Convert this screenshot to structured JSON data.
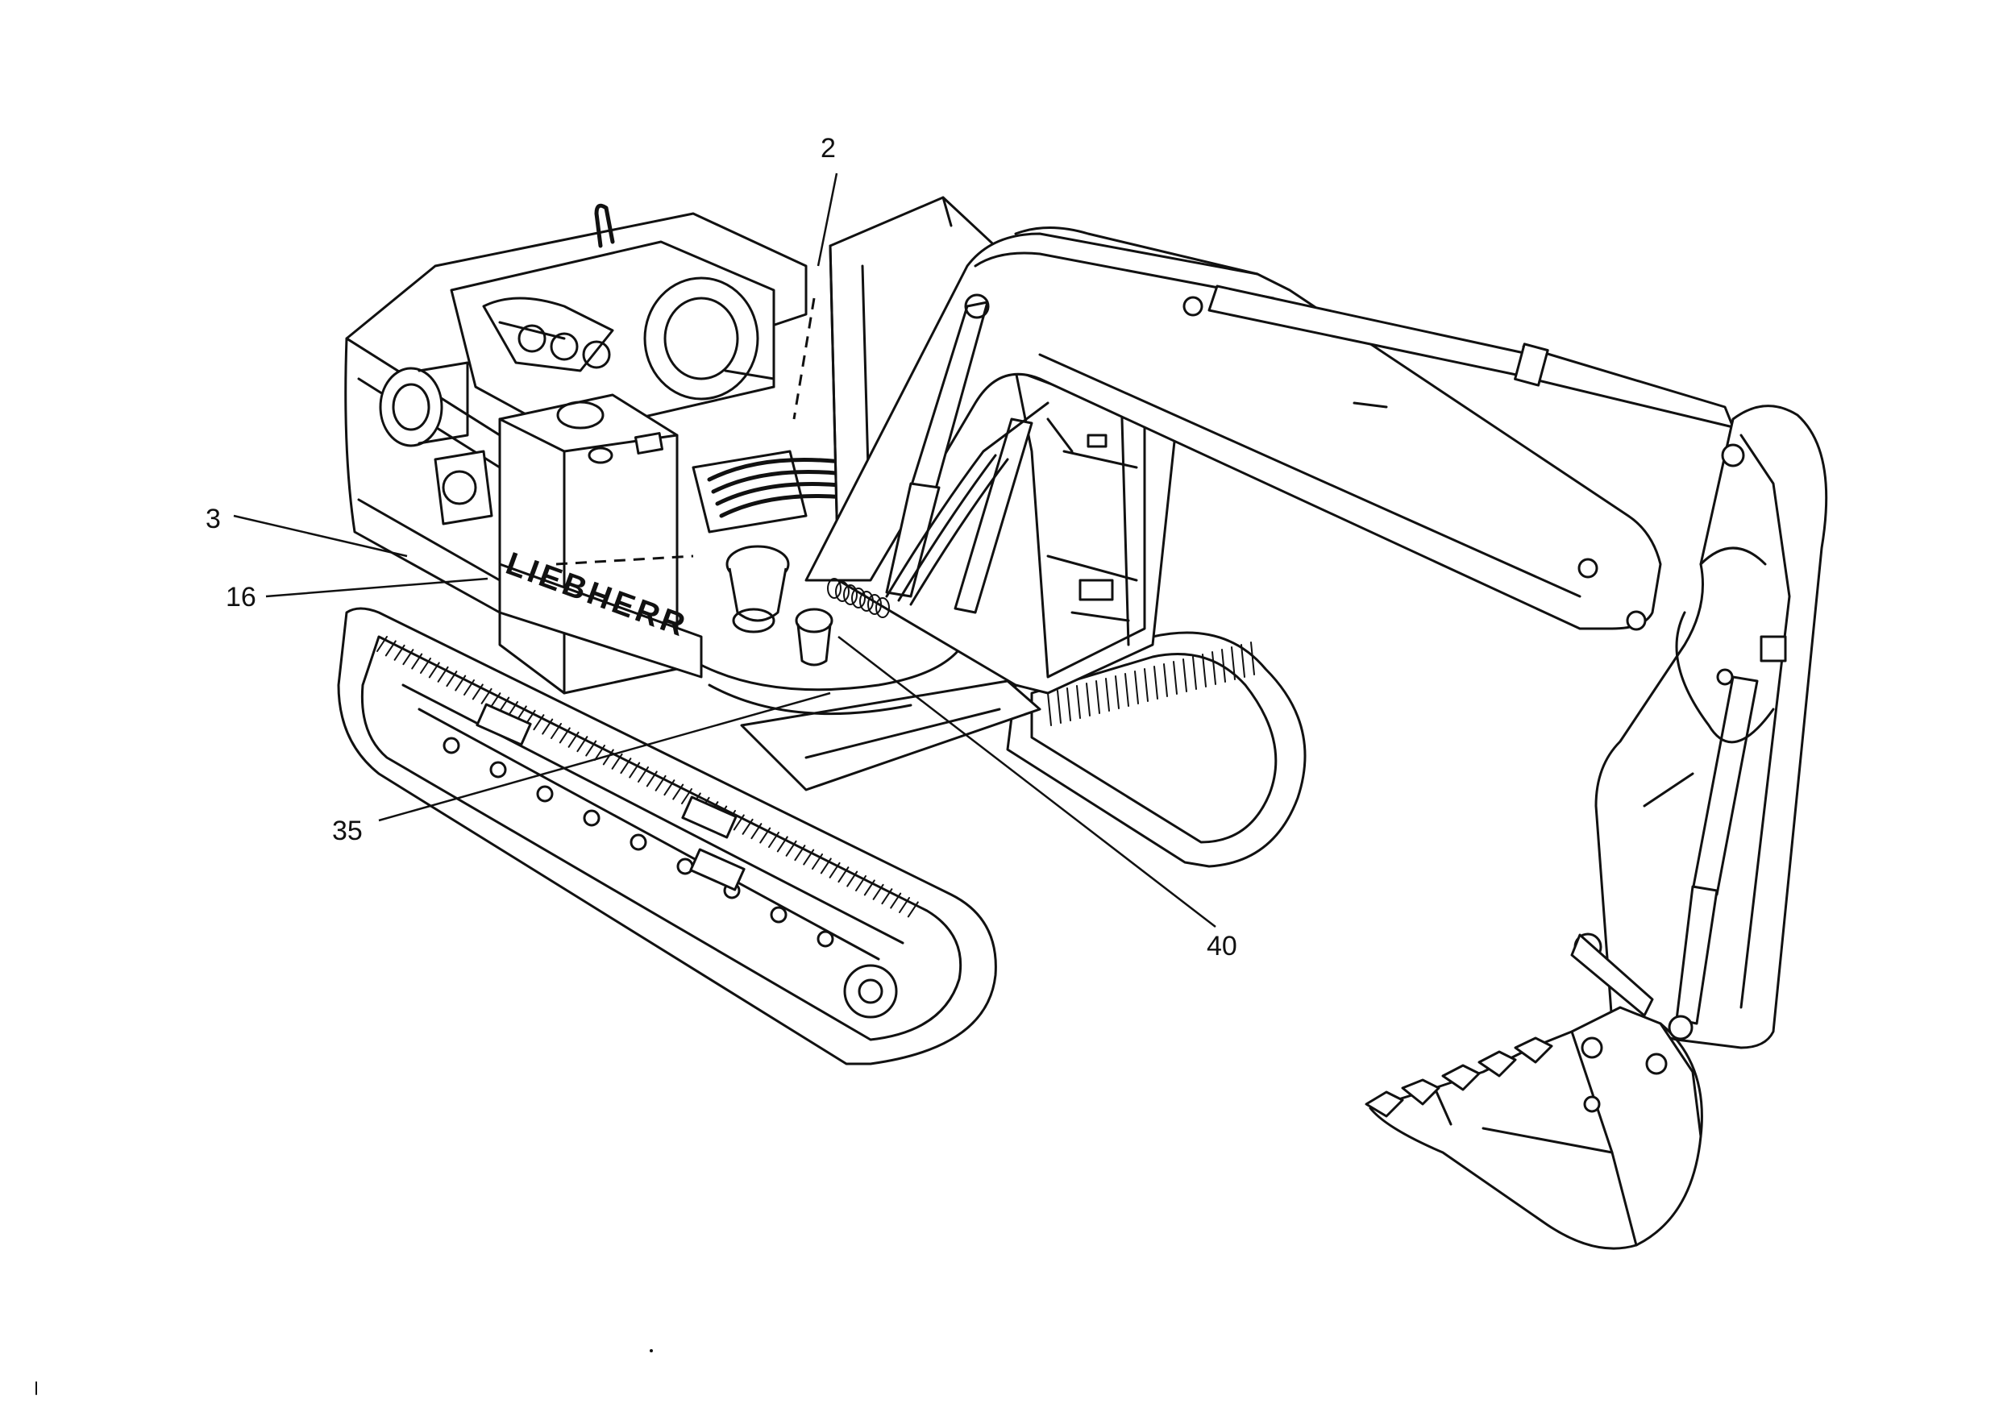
{
  "brand_text": "LIEBHERR",
  "callouts": [
    {
      "id": "2",
      "label": "2"
    },
    {
      "id": "3",
      "label": "3"
    },
    {
      "id": "16",
      "label": "16"
    },
    {
      "id": "35",
      "label": "35"
    },
    {
      "id": "40",
      "label": "40"
    }
  ]
}
